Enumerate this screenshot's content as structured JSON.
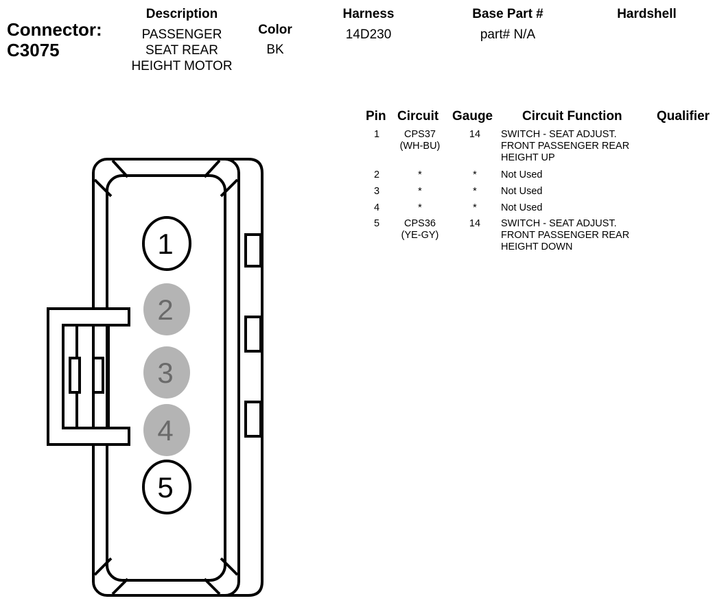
{
  "connector": {
    "label": "Connector:",
    "id": "C3075"
  },
  "header": {
    "description_label": "Description",
    "description_lines": [
      "PASSENGER",
      "SEAT REAR",
      "HEIGHT MOTOR"
    ],
    "color_label": "Color",
    "color_value": "BK",
    "harness_label": "Harness",
    "harness_value": "14D230",
    "base_part_label": "Base Part #",
    "base_part_value": "part# N/A",
    "hardshell_label": "Hardshell"
  },
  "table": {
    "columns": [
      "Pin",
      "Circuit",
      "Gauge",
      "Circuit Function",
      "Qualifier"
    ],
    "rows": [
      {
        "pin": "1",
        "circuit": [
          "CPS37",
          "(WH-BU)"
        ],
        "gauge": "14",
        "function": [
          "SWITCH - SEAT ADJUST.",
          "FRONT PASSENGER REAR",
          "HEIGHT UP"
        ]
      },
      {
        "pin": "2",
        "circuit": [
          "*"
        ],
        "gauge": "*",
        "function": [
          "Not Used"
        ]
      },
      {
        "pin": "3",
        "circuit": [
          "*"
        ],
        "gauge": "*",
        "function": [
          "Not Used"
        ]
      },
      {
        "pin": "4",
        "circuit": [
          "*"
        ],
        "gauge": "*",
        "function": [
          "Not Used"
        ]
      },
      {
        "pin": "5",
        "circuit": [
          "CPS36",
          "(YE-GY)"
        ],
        "gauge": "14",
        "function": [
          "SWITCH - SEAT ADJUST.",
          "FRONT PASSENGER REAR",
          "HEIGHT DOWN"
        ]
      }
    ]
  },
  "diagram": {
    "pins": [
      {
        "label": "1",
        "used": true
      },
      {
        "label": "2",
        "used": false
      },
      {
        "label": "3",
        "used": false
      },
      {
        "label": "4",
        "used": false
      },
      {
        "label": "5",
        "used": true
      }
    ],
    "colors": {
      "used_fill": "#ffffff",
      "unused_fill": "#b4b4b4",
      "unused_text": "#6a6a6a",
      "stroke": "#000000"
    }
  }
}
